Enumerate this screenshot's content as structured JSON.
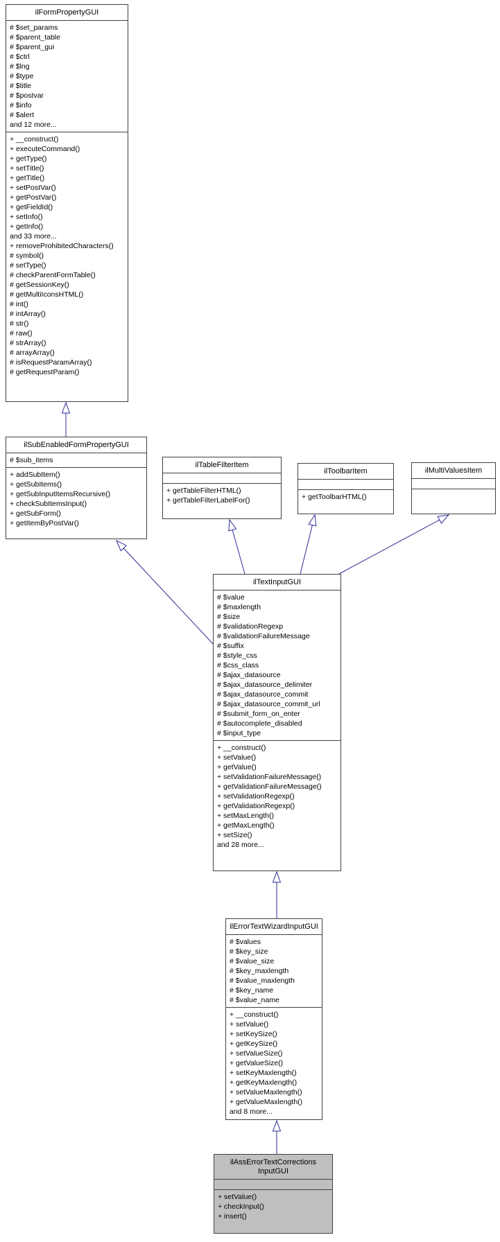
{
  "diagram": {
    "type": "uml-class-inheritance",
    "colors": {
      "arrow": "#2b2b96",
      "border": "#404040",
      "box_fill": "#ffffff",
      "highlight_fill": "#bfbfbf",
      "text": "#000000",
      "page_bg": "#ffffff"
    },
    "classes": [
      {
        "name": "ilFormPropertyGUI",
        "attributes": [
          "# $set_params",
          "# $parent_table",
          "# $parent_gui",
          "# $ctrl",
          "# $lng",
          "# $type",
          "# $title",
          "# $postvar",
          "# $info",
          "# $alert",
          "and 12 more..."
        ],
        "methods": [
          "+ __construct()",
          "+ executeCommand()",
          "+ getType()",
          "+ setTitle()",
          "+ getTitle()",
          "+ setPostVar()",
          "+ getPostVar()",
          "+ getFieldId()",
          "+ setInfo()",
          "+ getInfo()",
          "and 33 more...",
          "+ removeProhibitedCharacters()",
          "# symbol()",
          "# setType()",
          "# checkParentFormTable()",
          "# getSessionKey()",
          "# getMultiIconsHTML()",
          "# int()",
          "# intArray()",
          "# str()",
          "# raw()",
          "# strArray()",
          "# arrayArray()",
          "# isRequestParamArray()",
          "# getRequestParam()"
        ]
      },
      {
        "name": "ilSubEnabledFormPropertyGUI",
        "attributes": [
          "# $sub_items"
        ],
        "methods": [
          "+ addSubItem()",
          "+ getSubItems()",
          "+ getSubInputItemsRecursive()",
          "+ checkSubItemsInput()",
          "+ getSubForm()",
          "+ getItemByPostVar()"
        ]
      },
      {
        "name": "ilTableFilterItem",
        "attributes": [],
        "methods": [
          "+ getTableFilterHTML()",
          "+ getTableFilterLabelFor()"
        ]
      },
      {
        "name": "ilToolbarItem",
        "attributes": [],
        "methods": [
          "+ getToolbarHTML()"
        ]
      },
      {
        "name": "ilMultiValuesItem",
        "attributes": [],
        "methods": []
      },
      {
        "name": "ilTextInputGUI",
        "attributes": [
          "# $value",
          "# $maxlength",
          "# $size",
          "# $validationRegexp",
          "# $validationFailureMessage",
          "# $suffix",
          "# $style_css",
          "# $css_class",
          "# $ajax_datasource",
          "# $ajax_datasource_delimiter",
          "# $ajax_datasource_commit",
          "# $ajax_datasource_commit_url",
          "# $submit_form_on_enter",
          "# $autocomplete_disabled",
          "# $input_type"
        ],
        "methods": [
          "+ __construct()",
          "+ setValue()",
          "+ getValue()",
          "+ setValidationFailureMessage()",
          "+ getValidationFailureMessage()",
          "+ setValidationRegexp()",
          "+ getValidationRegexp()",
          "+ setMaxLength()",
          "+ getMaxLength()",
          "+ setSize()",
          "and 28 more..."
        ]
      },
      {
        "name": "ilErrorTextWizardInputGUI",
        "attributes": [
          "# $values",
          "# $key_size",
          "# $value_size",
          "# $key_maxlength",
          "# $value_maxlength",
          "# $key_name",
          "# $value_name"
        ],
        "methods": [
          "+ __construct()",
          "+ setValue()",
          "+ setKeySize()",
          "+ getKeySize()",
          "+ setValueSize()",
          "+ getValueSize()",
          "+ setKeyMaxlength()",
          "+ getKeyMaxlength()",
          "+ setValueMaxlength()",
          "+ getValueMaxlength()",
          "and 8 more..."
        ]
      },
      {
        "name": "ilAssErrorTextCorrectionsInputGUI",
        "name_line1": "ilAssErrorTextCorrections",
        "name_line2": "InputGUI",
        "attributes": [],
        "methods": [
          "+ setValue()",
          "+ checkInput()",
          "+ insert()"
        ]
      }
    ],
    "relations": [
      {
        "from": "ilSubEnabledFormPropertyGUI",
        "to": "ilFormPropertyGUI",
        "type": "inheritance"
      },
      {
        "from": "ilTextInputGUI",
        "to": "ilSubEnabledFormPropertyGUI",
        "type": "inheritance"
      },
      {
        "from": "ilTextInputGUI",
        "to": "ilTableFilterItem",
        "type": "inheritance"
      },
      {
        "from": "ilTextInputGUI",
        "to": "ilToolbarItem",
        "type": "inheritance"
      },
      {
        "from": "ilTextInputGUI",
        "to": "ilMultiValuesItem",
        "type": "inheritance"
      },
      {
        "from": "ilErrorTextWizardInputGUI",
        "to": "ilTextInputGUI",
        "type": "inheritance"
      },
      {
        "from": "ilAssErrorTextCorrectionsInputGUI",
        "to": "ilErrorTextWizardInputGUI",
        "type": "inheritance"
      }
    ]
  }
}
